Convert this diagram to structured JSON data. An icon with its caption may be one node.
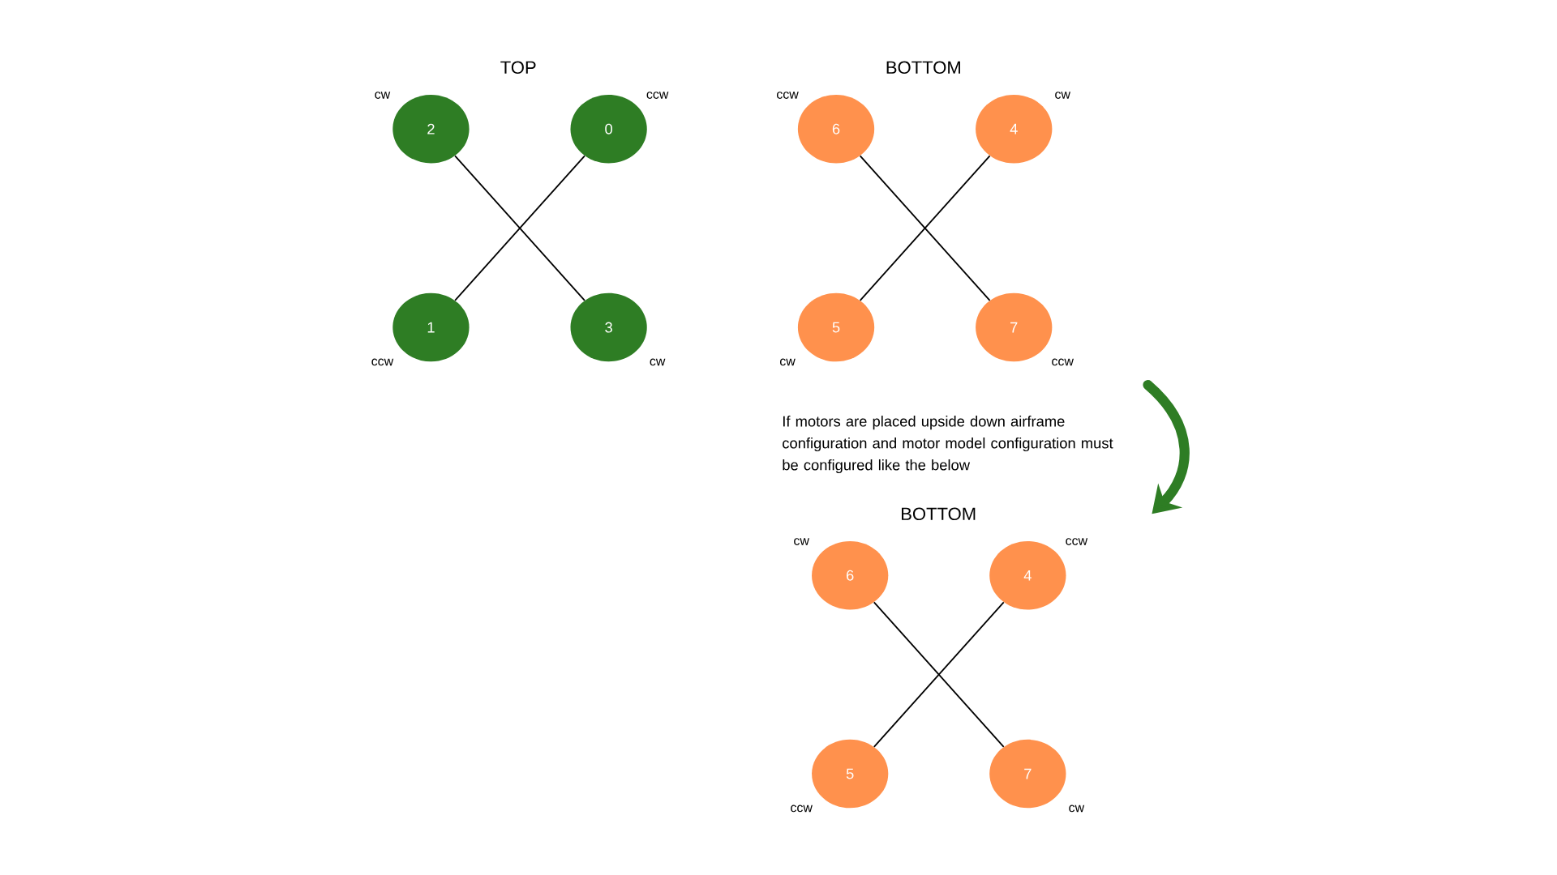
{
  "diagram": {
    "nodes": [
      {
        "text": [
          "2"
        ],
        "beside": [
          "cw"
        ]
      },
      {
        "text": [
          "0"
        ],
        "beside": [
          "ccw"
        ]
      },
      {
        "text": [
          "1"
        ],
        "beside": [
          "ccw"
        ]
      },
      {
        "text": [
          "3"
        ],
        "beside": [
          "cw"
        ]
      },
      {
        "text": [
          "6"
        ],
        "beside": [
          "ccw"
        ]
      },
      {
        "text": [
          "4"
        ],
        "beside": [
          "cw"
        ]
      },
      {
        "text": [
          "5"
        ],
        "beside": [
          "cw"
        ]
      },
      {
        "text": [
          "7"
        ],
        "beside": [
          "ccw"
        ]
      },
      {
        "text": [
          "6"
        ],
        "beside": [
          "cw"
        ]
      },
      {
        "text": [
          "4"
        ],
        "beside": [
          "ccw"
        ]
      },
      {
        "text": [
          "5"
        ],
        "beside": [
          "ccw"
        ]
      },
      {
        "text": [
          "7"
        ],
        "beside": [
          "cw"
        ]
      }
    ],
    "edges": [
      {
        "from": 0,
        "to": 3,
        "arrow": "none"
      },
      {
        "from": 1,
        "to": 2,
        "arrow": "none"
      },
      {
        "from": 4,
        "to": 7,
        "arrow": "none"
      },
      {
        "from": 5,
        "to": 6,
        "arrow": "none"
      },
      {
        "from": 8,
        "to": 11,
        "arrow": "none"
      },
      {
        "from": 9,
        "to": 10,
        "arrow": "none"
      }
    ],
    "labels": [
      "TOP",
      "BOTTOM",
      "If motors are placed upside down airframe configuration and motor model configuration must be configured like the below",
      "BOTTOM"
    ]
  }
}
